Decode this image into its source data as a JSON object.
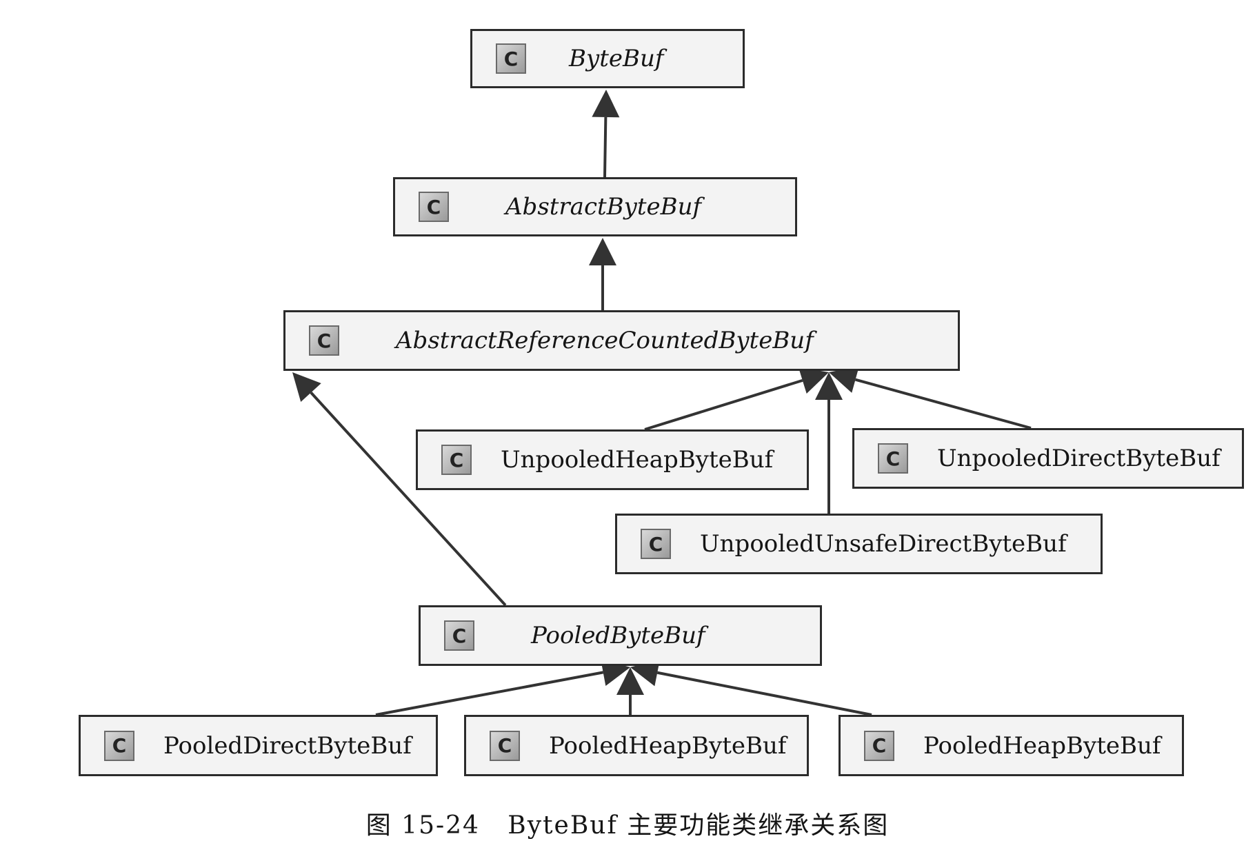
{
  "diagram": {
    "icon_letter": "C",
    "nodes": {
      "bytebuf": {
        "label": "ByteBuf",
        "abstract": true
      },
      "abstractbytebuf": {
        "label": "AbstractByteBuf",
        "abstract": true
      },
      "abstractrefcounted": {
        "label": "AbstractReferenceCountedByteBuf",
        "abstract": true
      },
      "unpooledheap": {
        "label": "UnpooledHeapByteBuf",
        "abstract": false
      },
      "unpooleddirect": {
        "label": "UnpooledDirectByteBuf",
        "abstract": false
      },
      "unpooledunsafedirect": {
        "label": "UnpooledUnsafeDirectByteBuf",
        "abstract": false
      },
      "pooledbytebuf": {
        "label": "PooledByteBuf",
        "abstract": true
      },
      "pooleddirect": {
        "label": "PooledDirectByteBuf",
        "abstract": false
      },
      "pooledheap1": {
        "label": "PooledHeapByteBuf",
        "abstract": false
      },
      "pooledheap2": {
        "label": "PooledHeapByteBuf",
        "abstract": false
      }
    },
    "edges": [
      {
        "from": "abstractbytebuf",
        "to": "bytebuf",
        "type": "extends"
      },
      {
        "from": "abstractrefcounted",
        "to": "abstractbytebuf",
        "type": "extends"
      },
      {
        "from": "unpooledheap",
        "to": "abstractrefcounted",
        "type": "extends"
      },
      {
        "from": "unpooleddirect",
        "to": "abstractrefcounted",
        "type": "extends"
      },
      {
        "from": "unpooledunsafedirect",
        "to": "abstractrefcounted",
        "type": "extends"
      },
      {
        "from": "pooledbytebuf",
        "to": "abstractrefcounted",
        "type": "extends"
      },
      {
        "from": "pooleddirect",
        "to": "pooledbytebuf",
        "type": "extends"
      },
      {
        "from": "pooledheap1",
        "to": "pooledbytebuf",
        "type": "extends"
      },
      {
        "from": "pooledheap2",
        "to": "pooledbytebuf",
        "type": "extends"
      }
    ]
  },
  "caption": "图 15-24   ByteBuf 主要功能类继承关系图",
  "colors": {
    "line": "#333333",
    "box_fill": "#f3f3f3",
    "box_border": "#2b2b2b"
  }
}
